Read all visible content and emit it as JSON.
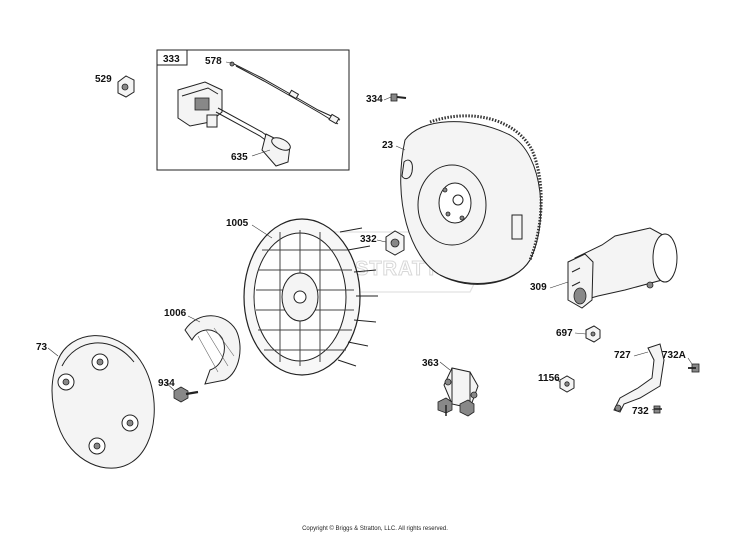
{
  "diagram": {
    "labels": {
      "p333": "333",
      "p578": "578",
      "p529": "529",
      "p635": "635",
      "p334": "334",
      "p23": "23",
      "p1005": "1005",
      "p332": "332",
      "p309": "309",
      "p1006": "1006",
      "p697": "697",
      "p73": "73",
      "p727": "727",
      "p732a": "732A",
      "p363": "363",
      "p934": "934",
      "p1156": "1156",
      "p732": "732"
    },
    "watermark": "STRATTON",
    "copyright": "Copyright © Briggs & Stratton, LLC. All rights reserved."
  }
}
